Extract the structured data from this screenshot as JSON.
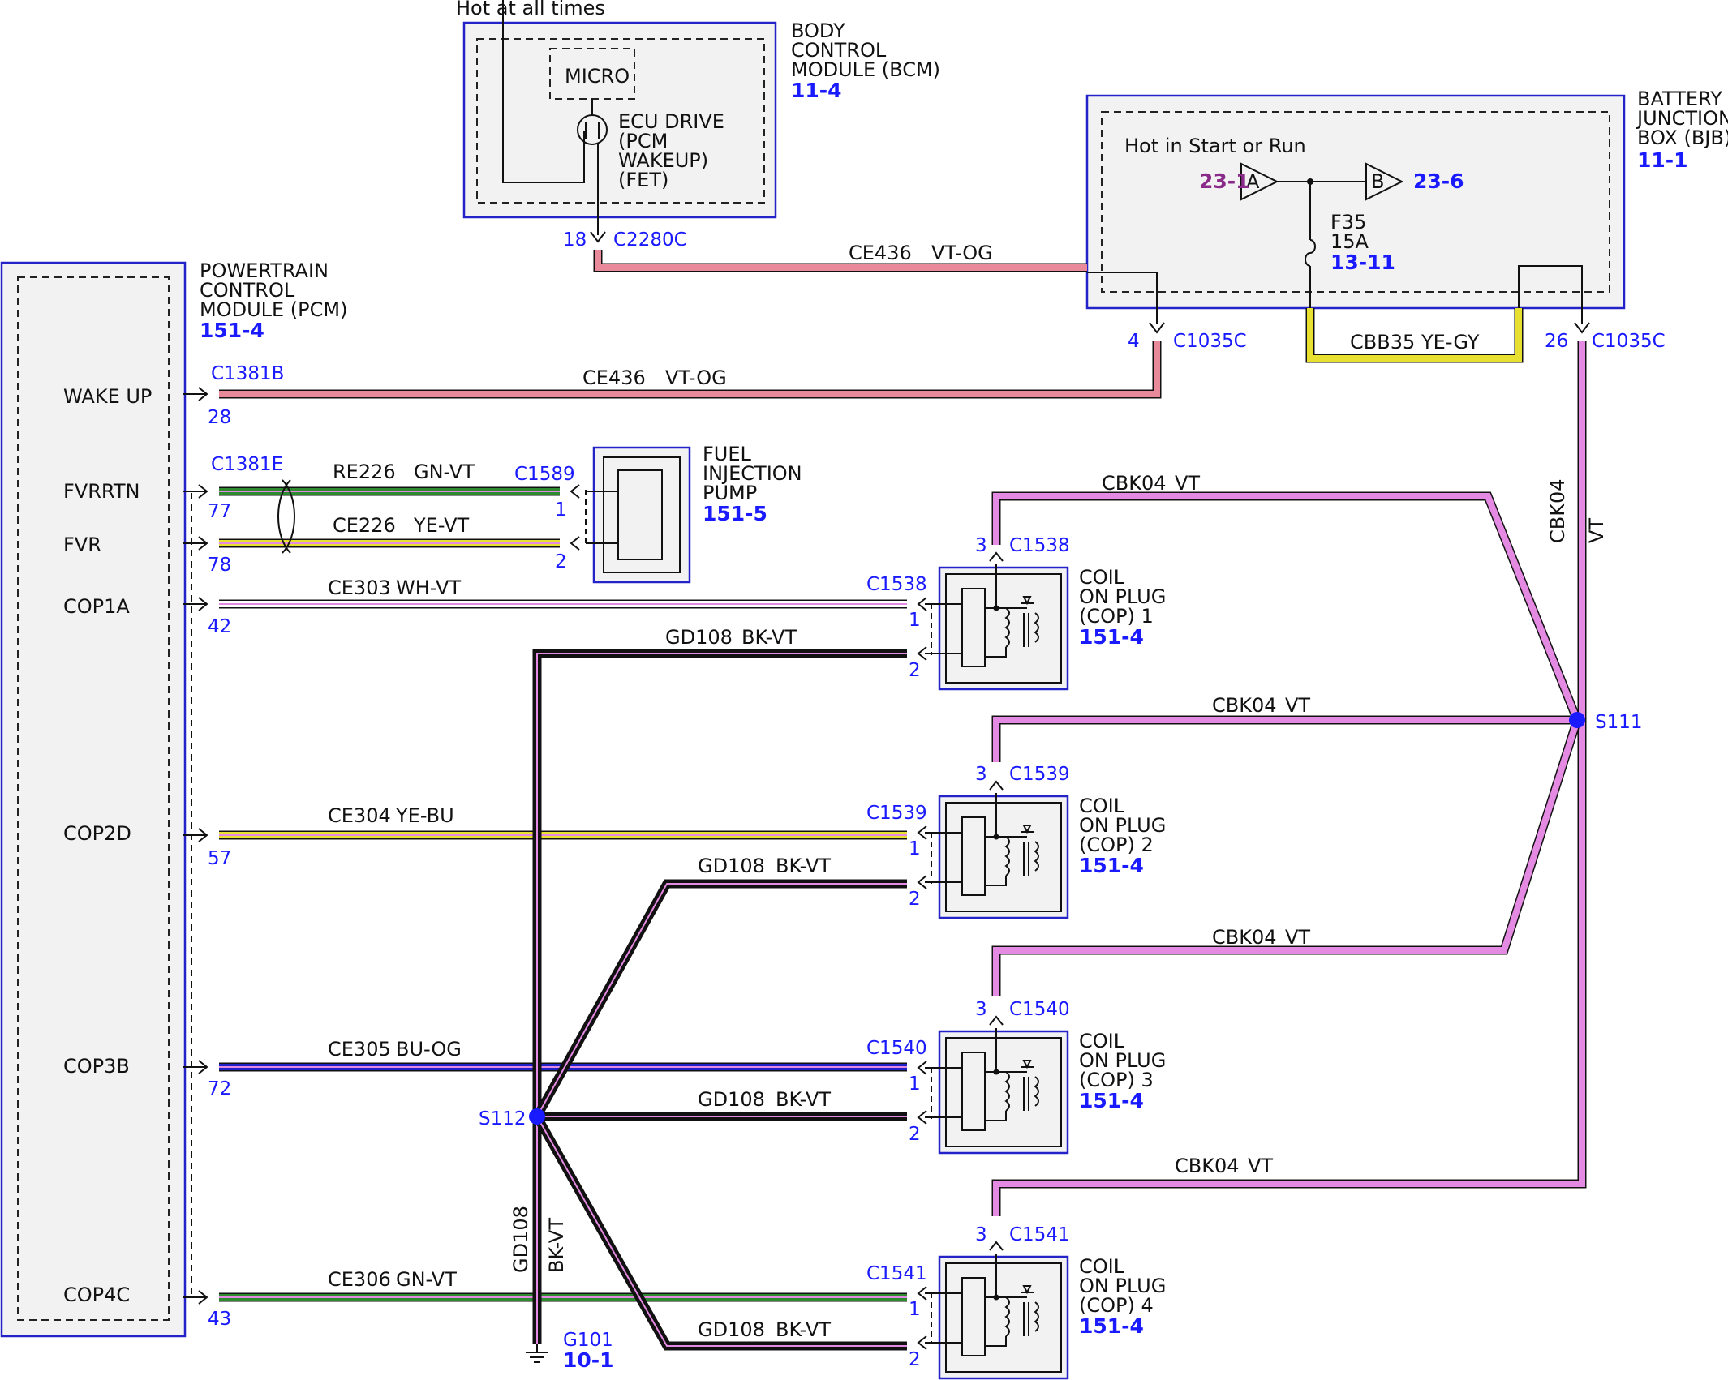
{
  "colors": {
    "pink": "#e98a9a",
    "violet": "#e58ae2",
    "yellow": "#e8e030",
    "green": "#2e8a2e",
    "blue": "#2020c8",
    "black": "#111111",
    "ref_blue": "#1a1aff",
    "ref_purple": "#8a2b8a",
    "module_border": "#2323c8",
    "module_fill": "#f2f2f2"
  },
  "bcm": {
    "top_label": "Hot at all times",
    "name_l1": "BODY",
    "name_l2": "CONTROL",
    "name_l3": "MODULE (BCM)",
    "ref": "11-4",
    "micro": "MICRO",
    "drive_l1": "ECU DRIVE",
    "drive_l2": "(PCM",
    "drive_l3": "WAKEUP)",
    "drive_l4": "(FET)",
    "pin": "18",
    "connector": "C2280C"
  },
  "bjb": {
    "name_l1": "BATTERY",
    "name_l2": "JUNCTION",
    "name_l3": "BOX (BJB)",
    "ref": "11-1",
    "hot_label": "Hot in Start or Run",
    "ref_in": "23-1",
    "ref_out": "23-6",
    "node_a": "A",
    "node_b": "B",
    "fuse_name": "F35",
    "fuse_rating": "15A",
    "fuse_ref": "13-11",
    "pin_left": "4",
    "conn_left": "C1035C",
    "pin_right": "26",
    "conn_right": "C1035C",
    "loop_wire": "CBB35",
    "loop_color": "YE-GY"
  },
  "pcm": {
    "name_l1": "POWERTRAIN",
    "name_l2": "CONTROL",
    "name_l3": "MODULE (PCM)",
    "ref": "151-4",
    "pins": [
      {
        "label": "WAKE UP",
        "pin": "28",
        "connector": "C1381B"
      },
      {
        "label": "FVRRTN",
        "pin": "77",
        "connector": "C1381E"
      },
      {
        "label": "FVR",
        "pin": "78",
        "connector": ""
      },
      {
        "label": "COP1A",
        "pin": "42",
        "connector": ""
      },
      {
        "label": "COP2D",
        "pin": "57",
        "connector": ""
      },
      {
        "label": "COP3B",
        "pin": "72",
        "connector": ""
      },
      {
        "label": "COP4C",
        "pin": "43",
        "connector": ""
      }
    ]
  },
  "fip": {
    "name_l1": "FUEL",
    "name_l2": "INJECTION",
    "name_l3": "PUMP",
    "ref": "151-5",
    "connector": "C1589",
    "pin1": "1",
    "pin2": "2"
  },
  "wires": {
    "bcm_bjb": {
      "circuit": "CE436",
      "color": "VT-OG"
    },
    "wakeup": {
      "circuit": "CE436",
      "color": "VT-OG"
    },
    "fvrrtn": {
      "circuit": "RE226",
      "color": "GN-VT"
    },
    "fvr": {
      "circuit": "CE226",
      "color": "YE-VT"
    },
    "cop1": {
      "circuit": "CE303",
      "color": "WH-VT"
    },
    "cop2": {
      "circuit": "CE304",
      "color": "YE-BU"
    },
    "cop3": {
      "circuit": "CE305",
      "color": "BU-OG"
    },
    "cop4": {
      "circuit": "CE306",
      "color": "GN-VT"
    },
    "ground": {
      "circuit": "GD108",
      "color": "BK-VT"
    },
    "feed": {
      "circuit": "CBK04",
      "color": "VT"
    }
  },
  "coils": [
    {
      "l1": "COIL",
      "l2": "ON PLUG",
      "l3": "(COP) 1",
      "ref": "151-4",
      "connector": "C1538",
      "pin1": "1",
      "pin2": "2",
      "pin3": "3"
    },
    {
      "l1": "COIL",
      "l2": "ON PLUG",
      "l3": "(COP) 2",
      "ref": "151-4",
      "connector": "C1539",
      "pin1": "1",
      "pin2": "2",
      "pin3": "3"
    },
    {
      "l1": "COIL",
      "l2": "ON PLUG",
      "l3": "(COP) 3",
      "ref": "151-4",
      "connector": "C1540",
      "pin1": "1",
      "pin2": "2",
      "pin3": "3"
    },
    {
      "l1": "COIL",
      "l2": "ON PLUG",
      "l3": "(COP) 4",
      "ref": "151-4",
      "connector": "C1541",
      "pin1": "1",
      "pin2": "2",
      "pin3": "3"
    }
  ],
  "splices": {
    "feed": "S111",
    "ground": "S112"
  },
  "ground": {
    "name": "G101",
    "ref": "10-1"
  }
}
